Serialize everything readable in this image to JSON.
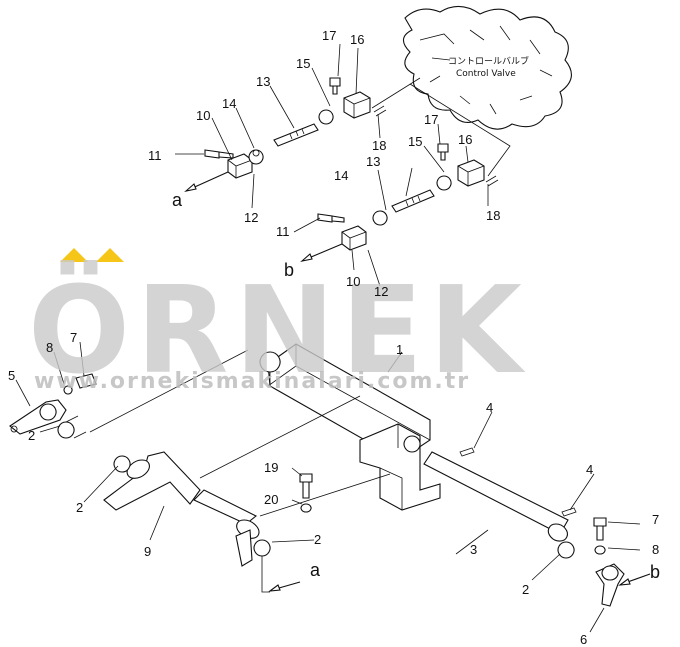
{
  "watermark": {
    "brand": "ÖRNEK",
    "url": "www.ornekismakinalari.com.tr",
    "accent_color": "#f5c518",
    "text_color": "#c9c9c9"
  },
  "valve": {
    "label_jp": "コントロールバルブ",
    "label_en": "Control Valve"
  },
  "callouts": {
    "n1": "1",
    "n2a": "2",
    "n2b": "2",
    "n2c": "2",
    "n2d": "2",
    "n3": "3",
    "n4a": "4",
    "n4b": "4",
    "n5": "5",
    "n6": "6",
    "n7a": "7",
    "n7b": "7",
    "n8a": "8",
    "n8b": "8",
    "n9": "9",
    "n10a": "10",
    "n10b": "10",
    "n11a": "11",
    "n11b": "11",
    "n12a": "12",
    "n12b": "12",
    "n13a": "13",
    "n13b": "13",
    "n14a": "14",
    "n14b": "14",
    "n15a": "15",
    "n15b": "15",
    "n16a": "16",
    "n16b": "16",
    "n17a": "17",
    "n17b": "17",
    "n18a": "18",
    "n18b": "18",
    "n19": "19",
    "n20": "20"
  },
  "letters": {
    "a_top": "a",
    "b_top": "b",
    "a_bottom": "a",
    "b_bottom": "b"
  }
}
